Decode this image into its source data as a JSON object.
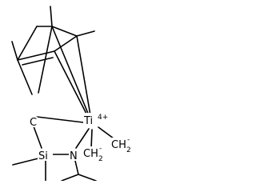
{
  "molecule": {
    "atoms": {
      "ti": "Ti",
      "ti_charge": "4+",
      "si": "Si",
      "n": "N",
      "c_minus": "C",
      "c_minus_charge": "-",
      "ch2_a_c": "CH",
      "ch2_a_sub": "2",
      "ch2_a_charge": "-",
      "ch2_b_c": "CH",
      "ch2_b_sub": "2",
      "ch2_b_charge": "-"
    }
  }
}
